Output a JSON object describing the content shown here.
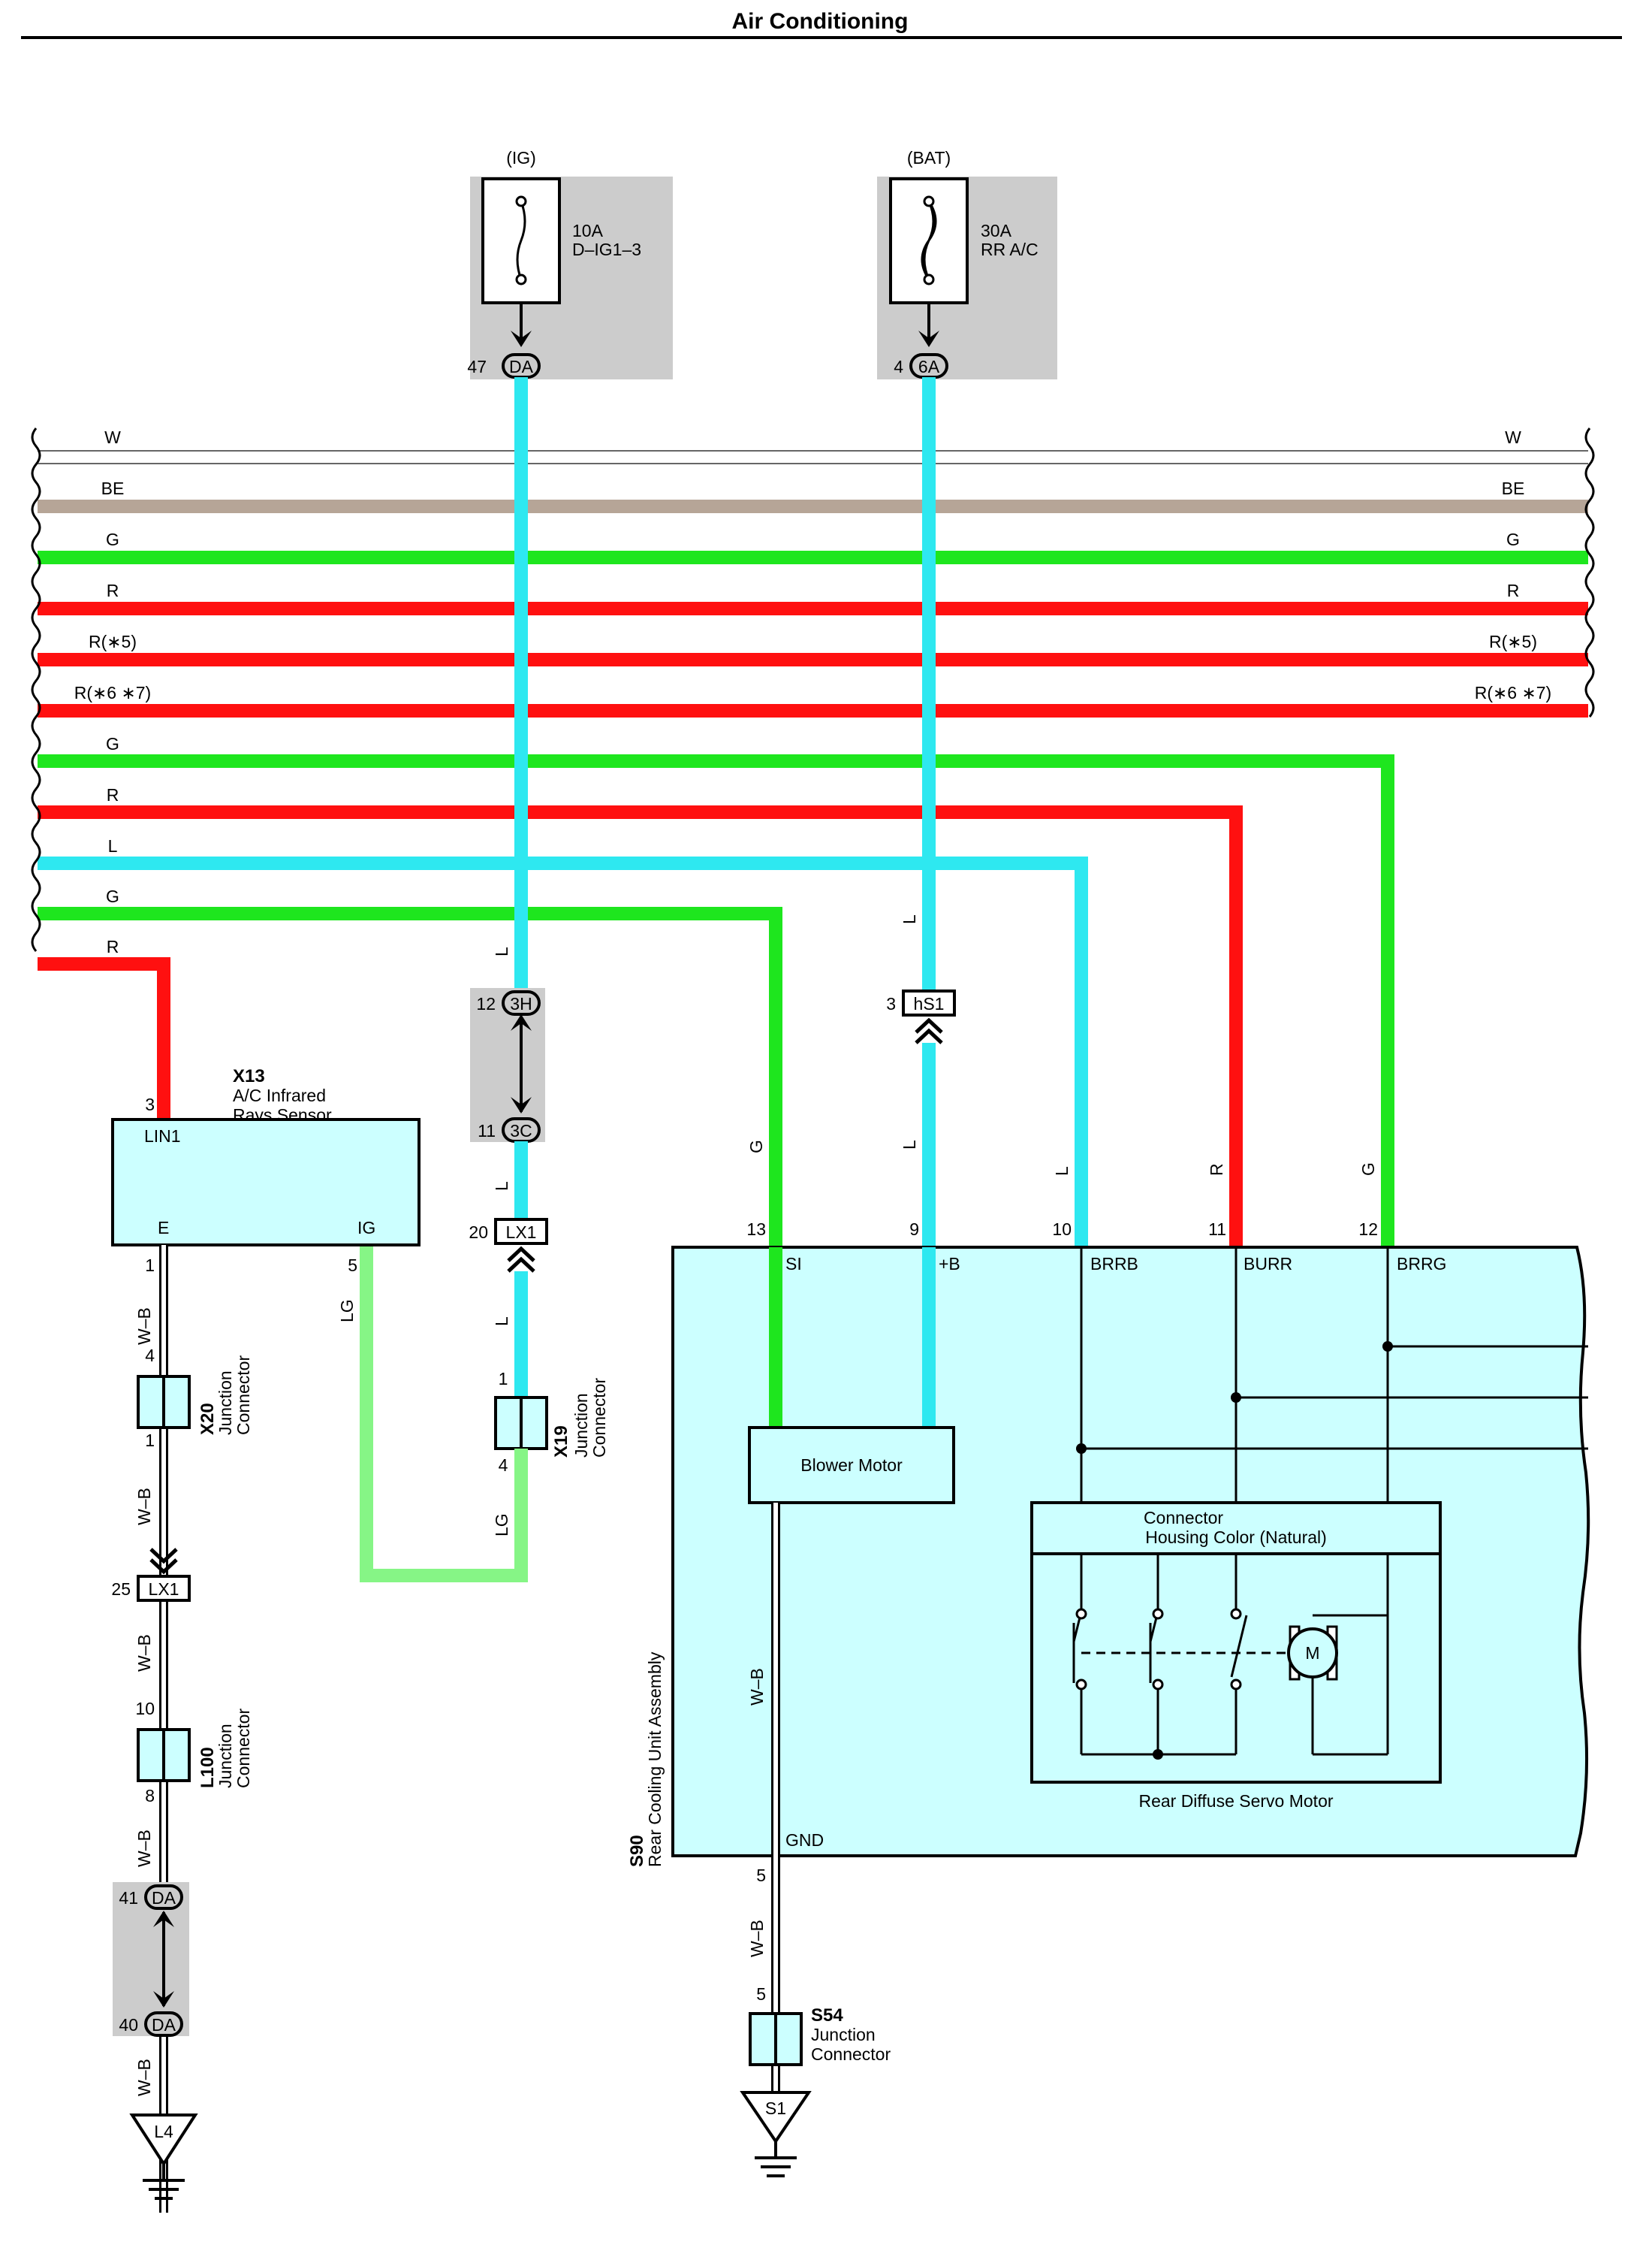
{
  "title": "Air Conditioning",
  "colors": {
    "W": "#ffffff",
    "BE": "#b6a597",
    "G": "#1ee61e",
    "R": "#ff1010",
    "L": "#2ee8f0",
    "LG": "#86f586",
    "WB": "#ffffff",
    "box_fill": "#ccffff",
    "fuse_bg": "#cccccc"
  },
  "fuses": [
    {
      "source": "(IG)",
      "rating": "10A",
      "name": "D–IG1–3",
      "pin": "47",
      "connector": "DA"
    },
    {
      "source": "(BAT)",
      "rating": "30A",
      "name": "RR A/C",
      "pin": "4",
      "connector": "6A"
    }
  ],
  "bus": {
    "left_labels": [
      "W",
      "BE",
      "G",
      "R",
      "R(∗5)",
      "R(∗6 ∗7)",
      "G",
      "R",
      "L",
      "G",
      "R"
    ],
    "right_labels": [
      "W",
      "BE",
      "G",
      "R",
      "R(∗5)",
      "R(∗6 ∗7)"
    ]
  },
  "connectors": {
    "c3H": {
      "pin": "12",
      "id": "3H"
    },
    "c3C": {
      "pin": "11",
      "id": "3C"
    },
    "cLX1a": {
      "pin": "20",
      "id": "LX1"
    },
    "cLX1b": {
      "pin": "25",
      "id": "LX1"
    },
    "chS1": {
      "pin": "3",
      "id": "hS1"
    },
    "cDA41": {
      "pin": "41",
      "id": "DA"
    },
    "cDA40": {
      "pin": "40",
      "id": "DA"
    }
  },
  "x13": {
    "code": "X13",
    "name_line1": "A/C Infrared",
    "name_line2": "Rays Sensor",
    "pin_top": "3",
    "term_lin": "LIN1",
    "term_e": "E",
    "term_ig": "IG",
    "pin_e": "1",
    "pin_ig": "5"
  },
  "x20": {
    "code": "X20",
    "line1": "Junction",
    "line2": "Connector",
    "pin_top": "4",
    "pin_bot": "1"
  },
  "x19": {
    "code": "X19",
    "line1": "Junction",
    "line2": "Connector",
    "pin_top": "1",
    "pin_bot": "4"
  },
  "l100": {
    "code": "L100",
    "line1": "Junction",
    "line2": "Connector",
    "pin_top": "10",
    "pin_bot": "8"
  },
  "s54": {
    "code": "S54",
    "line1": "Junction",
    "line2": "Connector",
    "pin_top": "5"
  },
  "grounds": {
    "l4": "L4",
    "s1": "S1"
  },
  "s90": {
    "code": "S90",
    "name": "Rear Cooling Unit Assembly",
    "pins": [
      "13",
      "9",
      "10",
      "11",
      "12"
    ],
    "terms": [
      "SI",
      "+B",
      "BRRB",
      "BURR",
      "BRRG"
    ],
    "gnd_term": "GND",
    "gnd_pin": "5",
    "blower": "Blower Motor",
    "connector_line1": "Connector",
    "connector_line2": "Housing Color (Natural)",
    "servo": "Rear Diffuse Servo Motor",
    "motor": "M"
  },
  "wire_labels": {
    "L": "L",
    "G": "G",
    "R": "R",
    "LG": "LG",
    "WB": "W–B"
  }
}
